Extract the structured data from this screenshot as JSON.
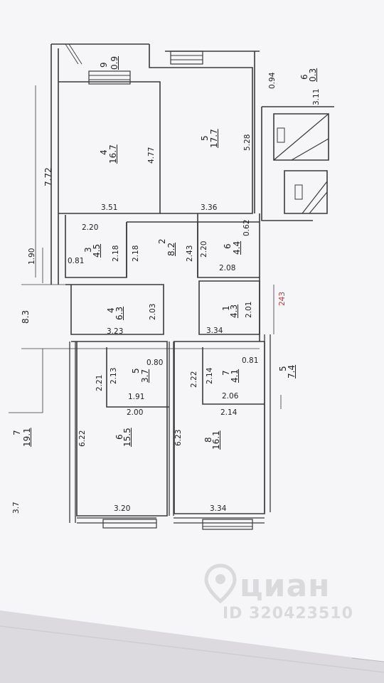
{
  "plan": {
    "outer_dims": {
      "total_length": "7.72",
      "left_side": "8.3",
      "left_top": "1.90",
      "left_niche": "0.81",
      "right_niche": "0.94",
      "red_mark": "243"
    },
    "rooms": [
      {
        "number": "9",
        "area": "0.9"
      },
      {
        "number": "4",
        "area": "16.7",
        "side": "4.77",
        "width": "3.51"
      },
      {
        "number": "5",
        "area": "17.7",
        "side": "5.28",
        "width": "3.36"
      },
      {
        "number": "6",
        "area": "0.3",
        "side": "3.11"
      },
      {
        "number": "3",
        "area": "4.5",
        "width": "2.20",
        "side": "2.18"
      },
      {
        "number": "2",
        "area": "8.2",
        "side_left": "2.18",
        "side_right": "2.43"
      },
      {
        "number": "6",
        "area": "4.4",
        "side": "2.20",
        "width": "2.08",
        "notch": "0.62"
      },
      {
        "number": "4",
        "area": "6.3",
        "side": "2.03",
        "width": "3.23"
      },
      {
        "number": "1",
        "area": "4.3",
        "side": "2.01",
        "width": "3.34"
      },
      {
        "number": "5",
        "area": "3.7",
        "side_outer": "2.21",
        "side_inner": "2.13",
        "notch": "0.80",
        "inner_width": "1.91",
        "width": "2.00"
      },
      {
        "number": "7",
        "area": "4.1",
        "side_outer": "2.22",
        "side_inner": "2.14",
        "notch": "0.81",
        "inner_width": "2.06",
        "width": "2.14"
      },
      {
        "number": "6",
        "area": "15.5",
        "side": "6.22",
        "width": "3.20"
      },
      {
        "number": "8",
        "area": "16.1",
        "side": "6.23",
        "width": "3.34"
      },
      {
        "number": "7",
        "area": "19.1"
      },
      {
        "number": "5",
        "area": "7.4"
      }
    ],
    "marks": {
      "bottom_left": "3.7"
    }
  },
  "watermark": {
    "brand": "циан",
    "id": "ID 320423510"
  }
}
